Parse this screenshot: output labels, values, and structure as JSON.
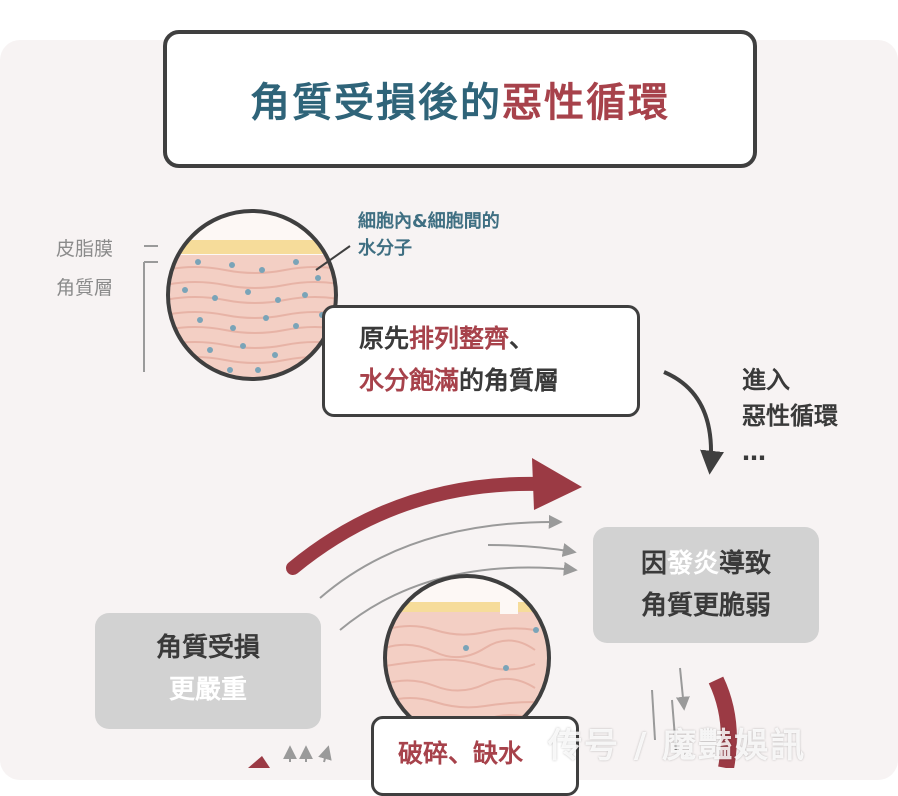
{
  "title": {
    "part1": "角質受損後的",
    "part2": "惡性循環"
  },
  "labels": {
    "sebum_film": "皮脂膜",
    "stratum_corneum": "角質層",
    "water_line1": "細胞內&細胞間的",
    "water_line2": "水分子"
  },
  "callout_original": {
    "l1_a": "原先",
    "l1_b": "排列整齊",
    "l1_c": "、",
    "l2_a": "水分飽滿",
    "l2_b": "的角質層"
  },
  "enter_cycle": {
    "line1": "進入",
    "line2": "惡性循環",
    "line3": "…"
  },
  "box_inflammation": {
    "l1_a": "因",
    "l1_b": "發炎",
    "l1_c": "導致",
    "line2": "角質更脆弱"
  },
  "box_damage": {
    "line1": "角質受損",
    "line2": "更嚴重"
  },
  "callout_broken": {
    "text": "破碎、缺水"
  },
  "watermark": "传号 / 魔豔娛訊",
  "colors": {
    "accent": "#a7424b",
    "title_teal": "#2f6479",
    "cycle_arrow": "#9b3a44",
    "gray_box": "#d2d2d2",
    "skin": "#f3cfc4",
    "sebum": "#f6dc9a",
    "water_dot": "#7aa4b8"
  }
}
